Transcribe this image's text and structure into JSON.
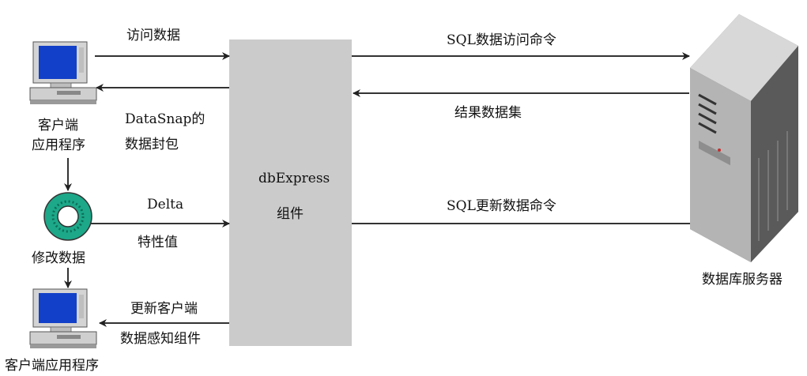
{
  "left": {
    "top_label": "访问数据",
    "client1_line1": "客户端",
    "client1_line2": "应用程序",
    "packet_line1": "DataSnap的",
    "packet_line2": "数据封包",
    "delta_line1": "Delta",
    "delta_line2": "特性值",
    "modify_label": "修改数据",
    "update_line1": "更新客户端",
    "update_line2": "数据感知组件",
    "bottom_caption": "客户端应用程序"
  },
  "center": {
    "line1": "dbExpress",
    "line2": "组件"
  },
  "right": {
    "sql_access": "SQL数据访问命令",
    "result_set": "结果数据集",
    "sql_update": "SQL更新数据命令",
    "server_label": "数据库服务器"
  },
  "colors": {
    "component_box": "#cbcbcb",
    "ring": "#1ca889",
    "screen": "#1240c8"
  }
}
